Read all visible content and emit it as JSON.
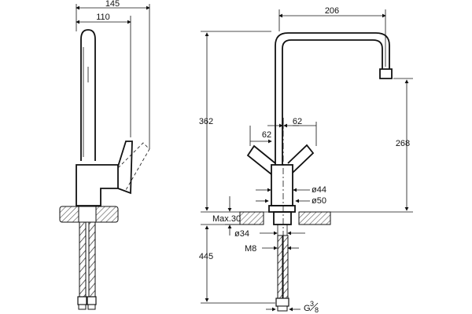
{
  "colors": {
    "line": "#111111",
    "background": "#ffffff",
    "hatch": "#555555"
  },
  "side_view": {
    "width_overall": "145",
    "width_spout": "110"
  },
  "front_view": {
    "spout_reach": "206",
    "height_spout": "362",
    "height_outlet": "268",
    "lever_left": "62",
    "lever_right": "62",
    "diam_body": "ø44",
    "diam_base": "ø50",
    "max_deck": "Max.30",
    "diam_shank": "ø34",
    "thread_stud": "M8",
    "hose_length": "445",
    "hose_connector_main": "G",
    "hose_connector_frac_num": "3",
    "hose_connector_frac_den": "8"
  }
}
